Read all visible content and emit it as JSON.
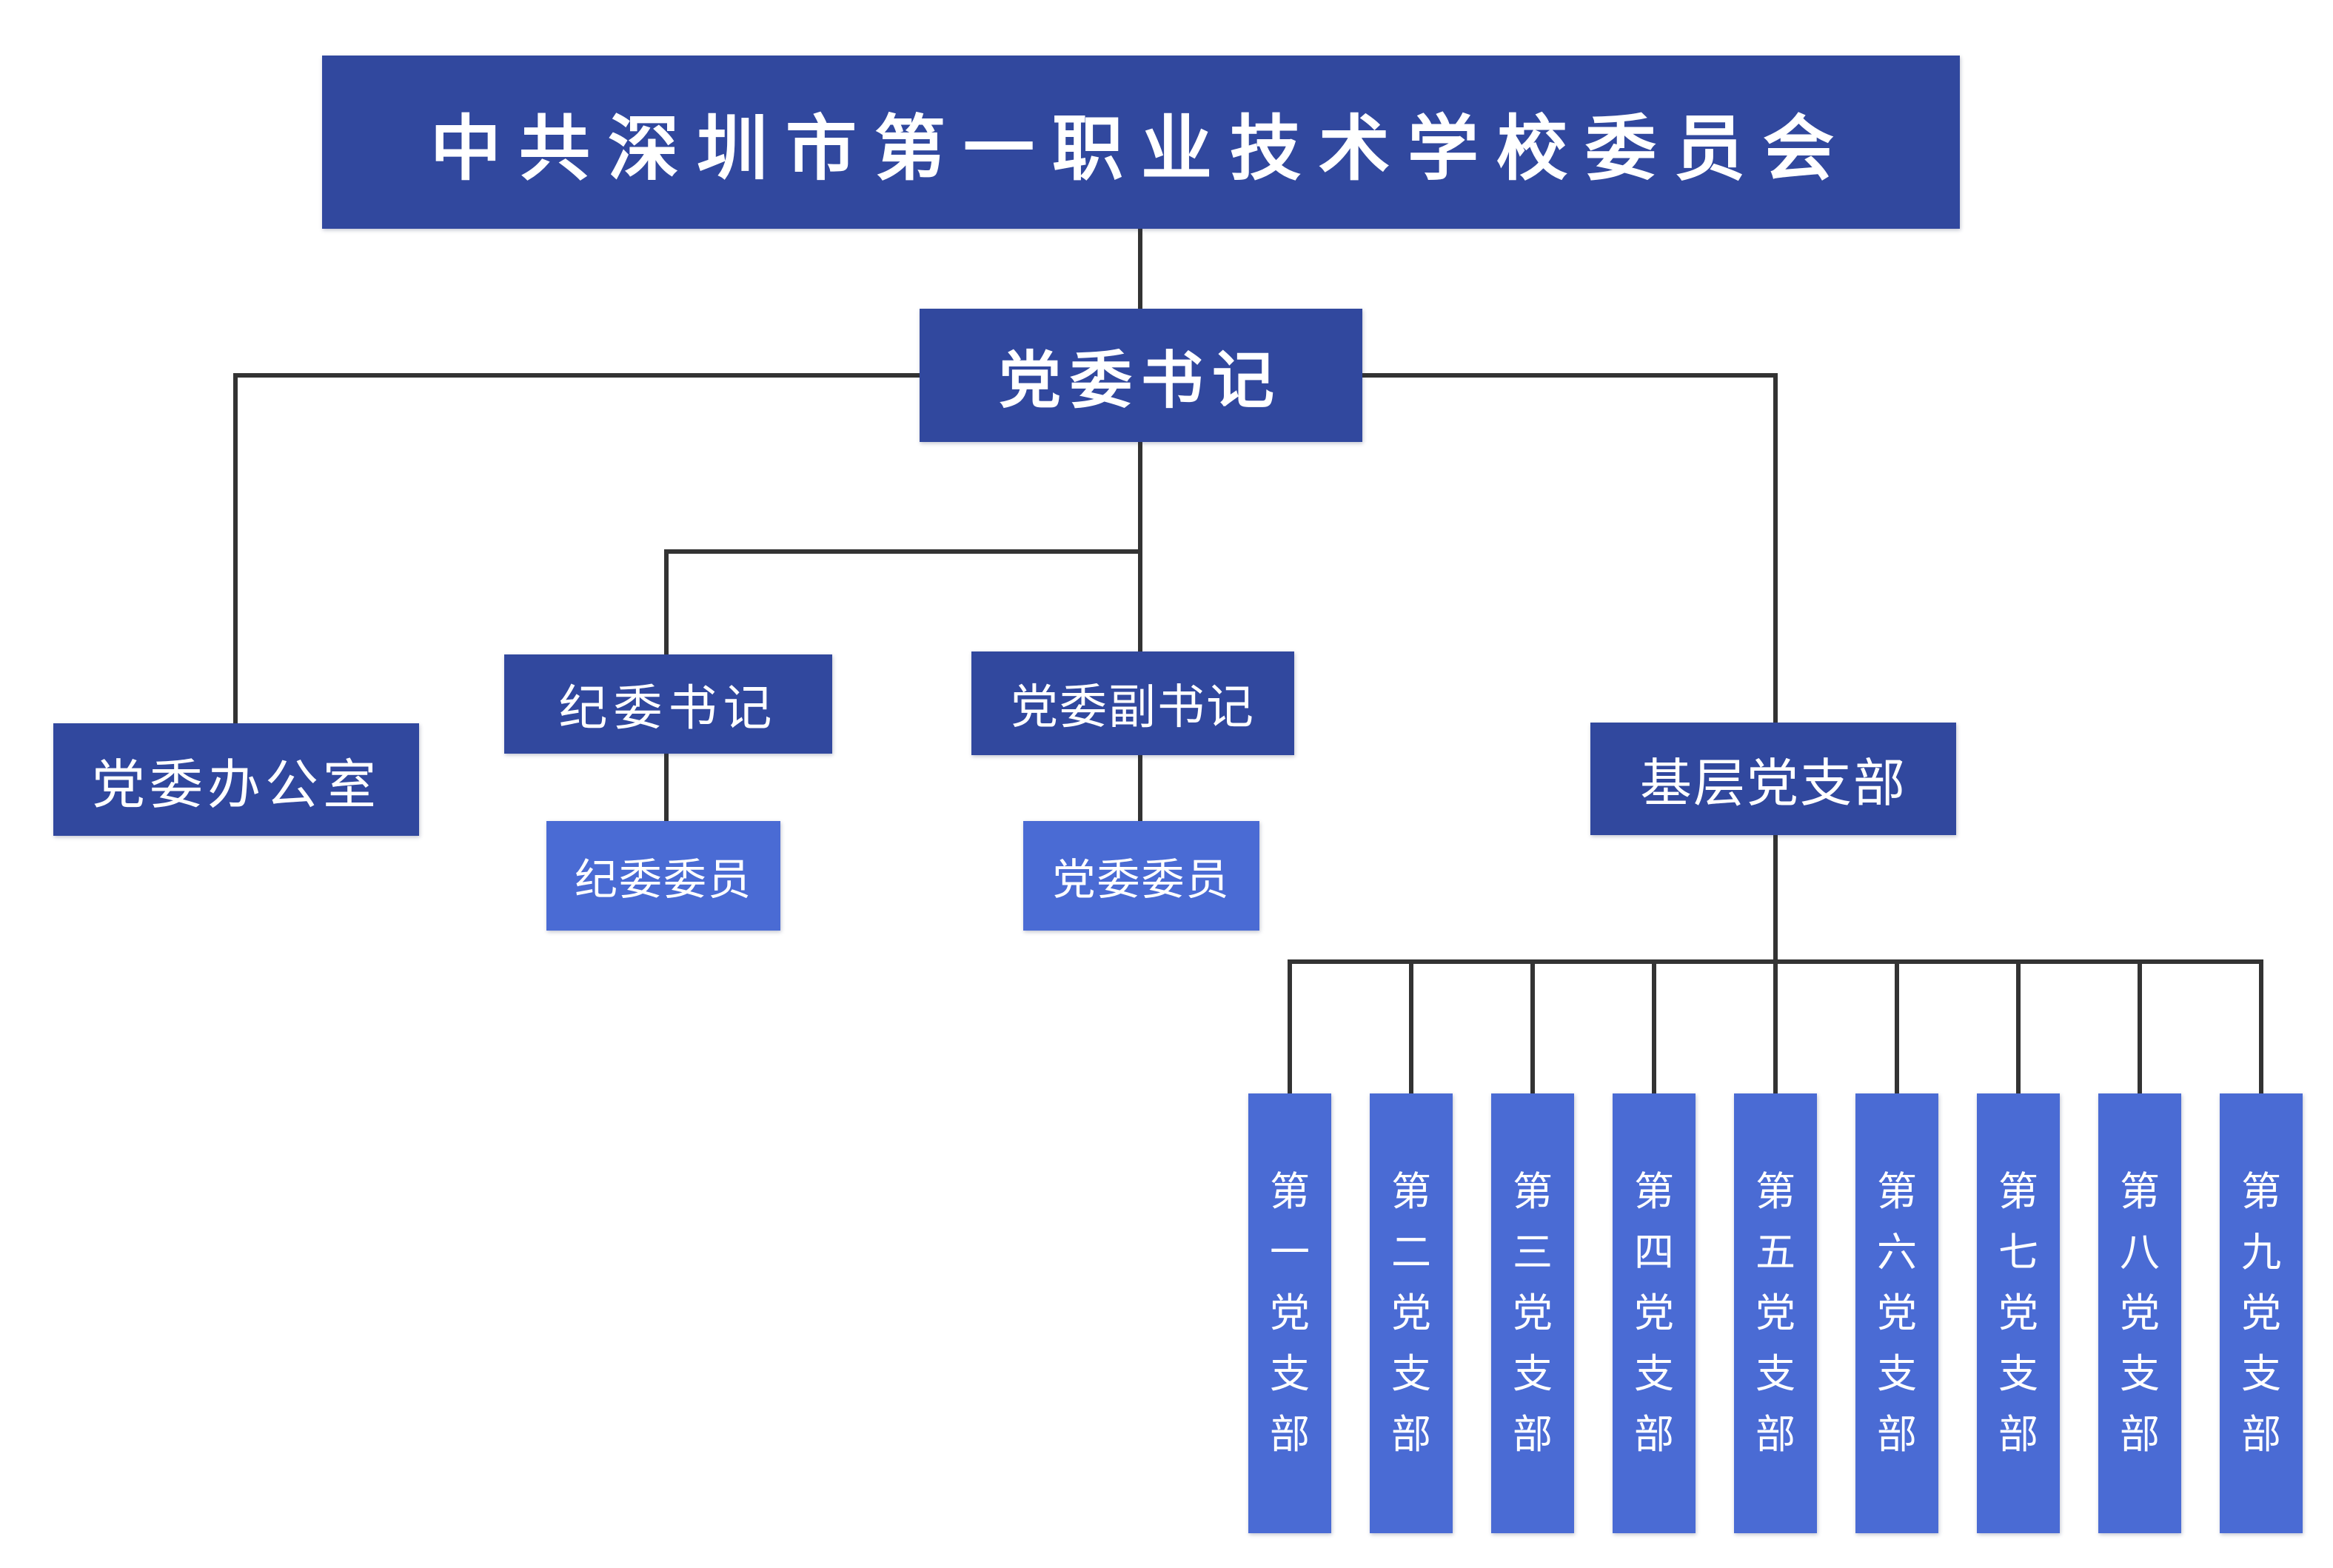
{
  "colors": {
    "box_dark": "#31489E",
    "box_light": "#4A6BD4",
    "connector": "#333333",
    "text": "#FFFFFF",
    "background": "#FFFFFF"
  },
  "chart": {
    "title": "中共深圳市第一职业技术学校委员会",
    "secretary": "党委书记",
    "office": "党委办公室",
    "discipline_secretary": "纪委书记",
    "deputy_secretary": "党委副书记",
    "grassroots_header": "基层党支部",
    "discipline_members": "纪委委员",
    "committee_members": "党委委员",
    "branches": [
      "第一党支部",
      "第二党支部",
      "第三党支部",
      "第四党支部",
      "第五党支部",
      "第六党支部",
      "第七党支部",
      "第八党支部",
      "第九党支部"
    ]
  }
}
